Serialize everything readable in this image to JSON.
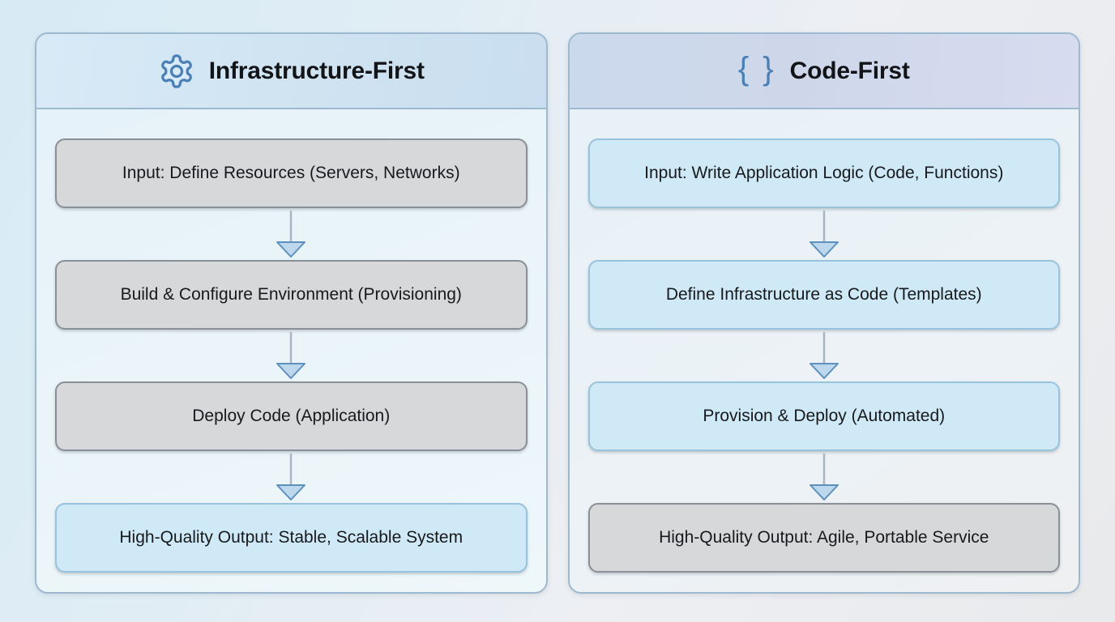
{
  "colors": {
    "accent_blue": "#4b80b6",
    "panel_border": "#9db9d0",
    "box_gray_bg": "#d6d8da",
    "box_gray_border": "#8a9097",
    "box_blue_bg": "#cfe9f7",
    "box_blue_border": "#97c4db",
    "arrow_line": "#a9b6c2",
    "arrow_fill": "#bdd8ec",
    "arrow_stroke": "#5e90bd",
    "text_dark": "#17191c"
  },
  "panels": [
    {
      "title": "Infrastructure-First",
      "icon": "gear-icon",
      "steps": [
        {
          "label": "Input: Define Resources (Servers, Networks)",
          "style": "gray"
        },
        {
          "label": "Build & Configure Environment (Provisioning)",
          "style": "gray"
        },
        {
          "label": "Deploy Code (Application)",
          "style": "gray"
        },
        {
          "label": "High-Quality Output: Stable, Scalable System",
          "style": "blue"
        }
      ]
    },
    {
      "title": "Code-First",
      "icon": "braces-icon",
      "icon_glyph": "{ }",
      "steps": [
        {
          "label": "Input: Write Application Logic (Code, Functions)",
          "style": "blue"
        },
        {
          "label": "Define Infrastructure as Code (Templates)",
          "style": "blue"
        },
        {
          "label": "Provision & Deploy (Automated)",
          "style": "blue"
        },
        {
          "label": "High-Quality Output: Agile, Portable Service",
          "style": "gray"
        }
      ]
    }
  ]
}
